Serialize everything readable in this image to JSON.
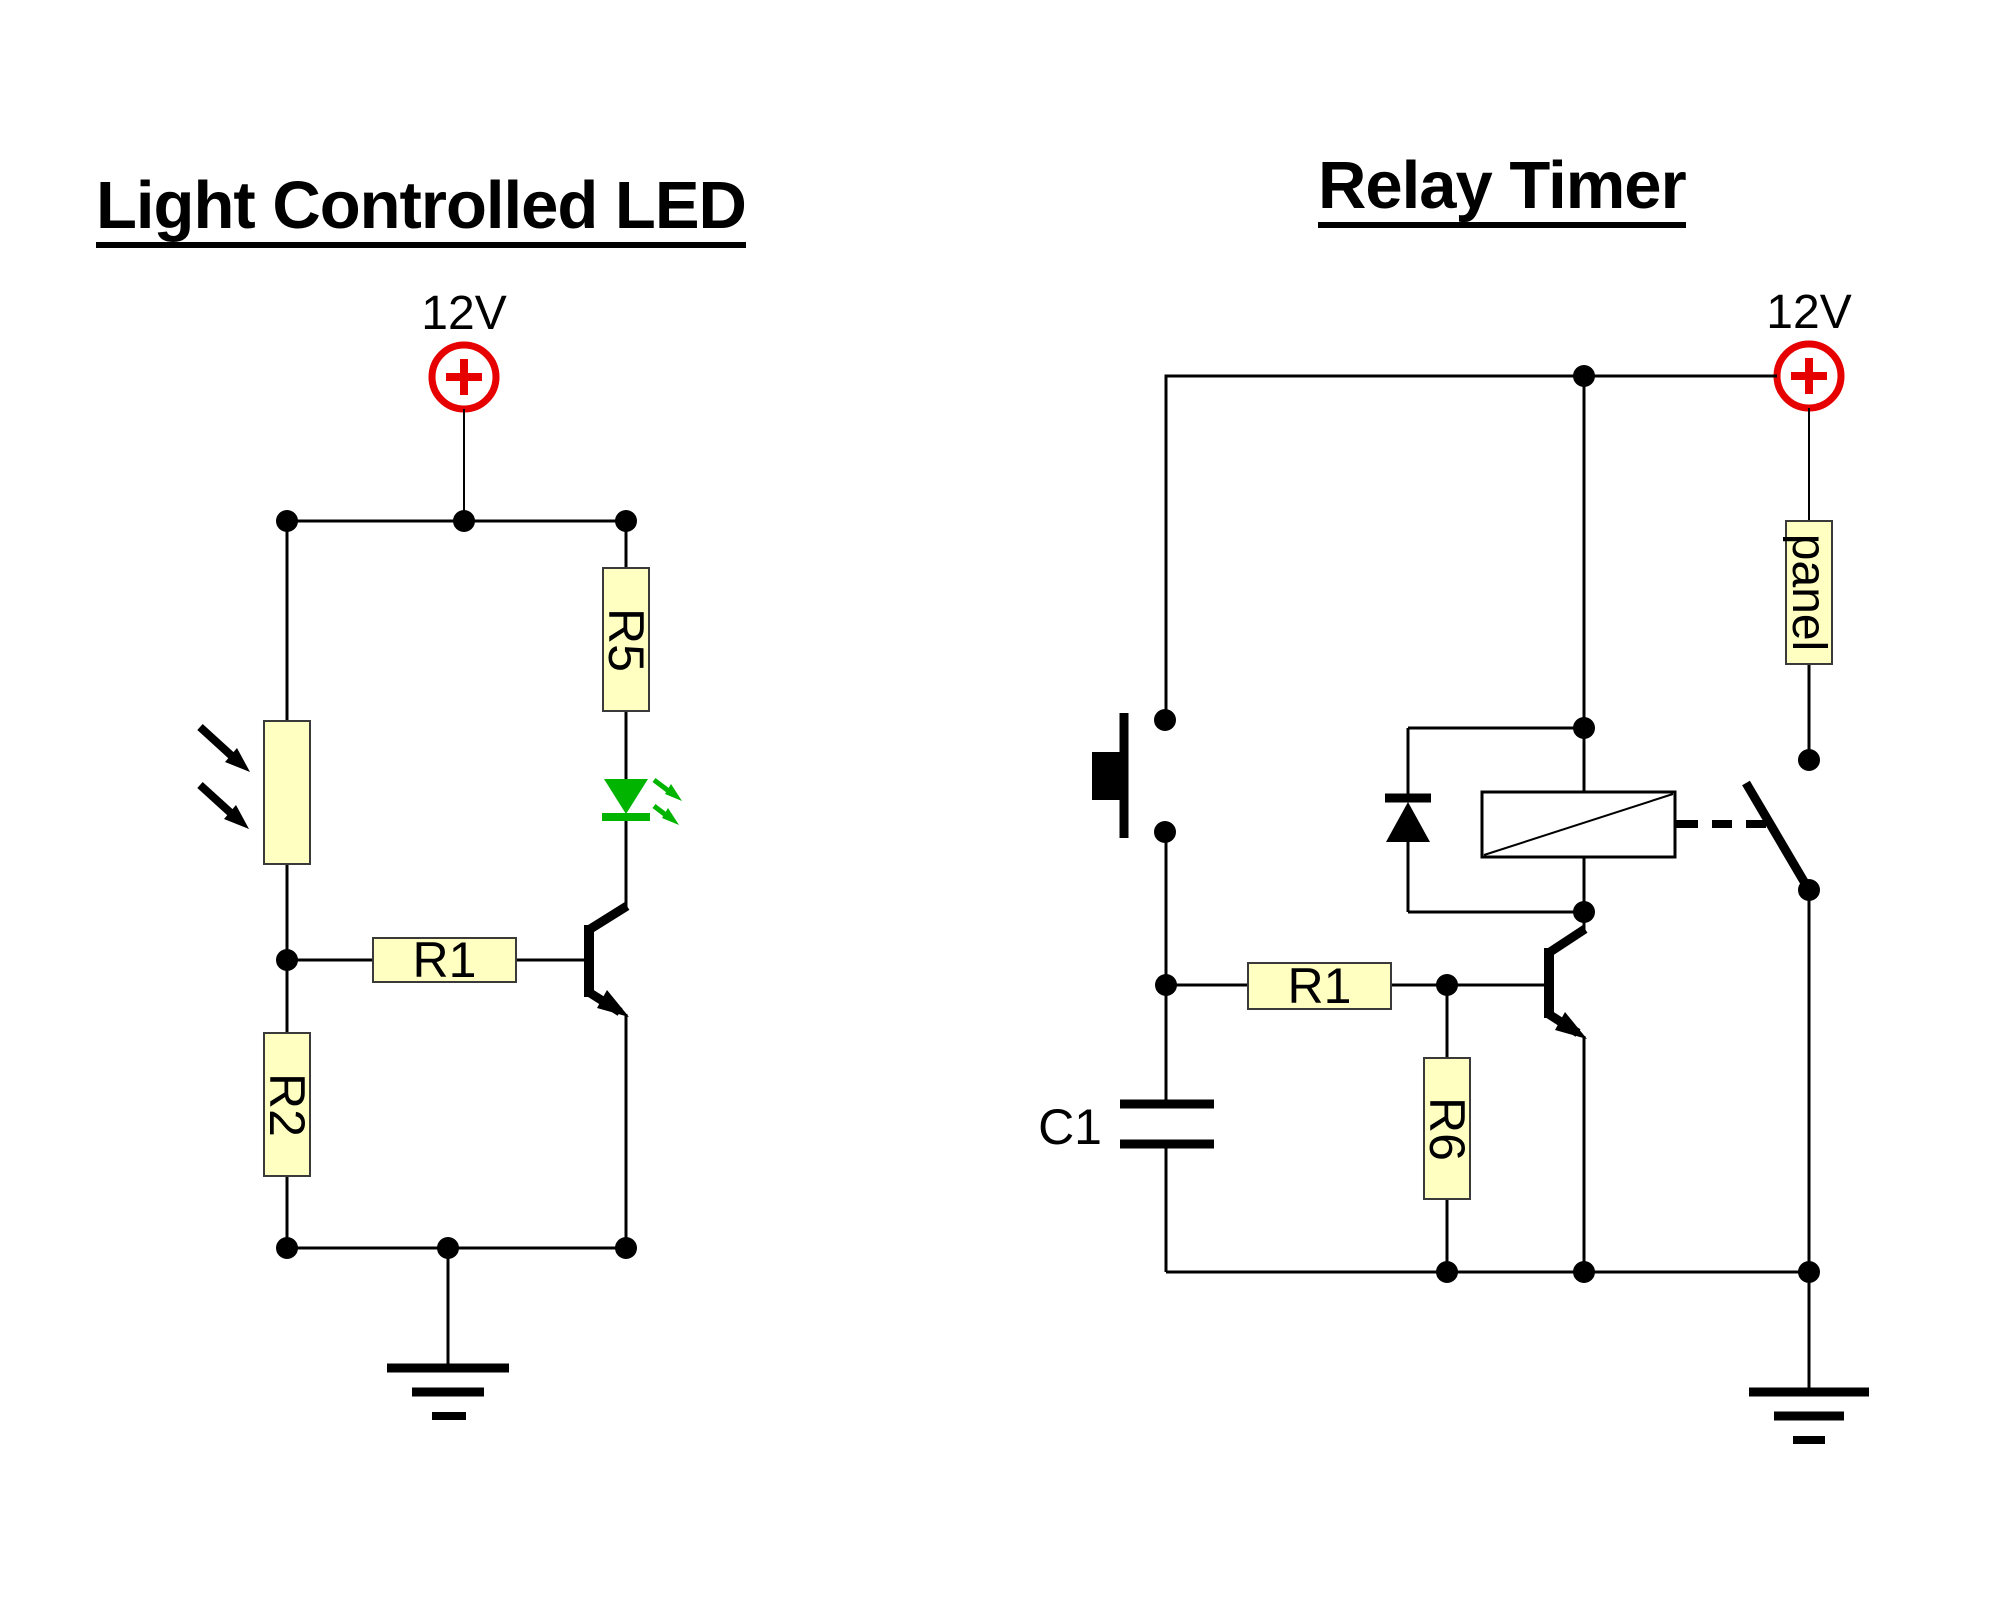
{
  "page": {
    "background": "#ffffff"
  },
  "colors": {
    "wire": "#000000",
    "component_fill": "#ffffc2",
    "component_border": "#3a3a3a",
    "supply_red": "#e60000",
    "led_green": "#00b400"
  },
  "left_circuit": {
    "title": "Light Controlled LED",
    "supply": {
      "label": "12V"
    },
    "labels": {
      "r5": "R5",
      "r1": "R1",
      "r2": "R2"
    }
  },
  "right_circuit": {
    "title": "Relay Timer",
    "supply": {
      "label": "12V"
    },
    "labels": {
      "panel": "panel",
      "r1": "R1",
      "r6": "R6",
      "c1": "C1"
    }
  }
}
